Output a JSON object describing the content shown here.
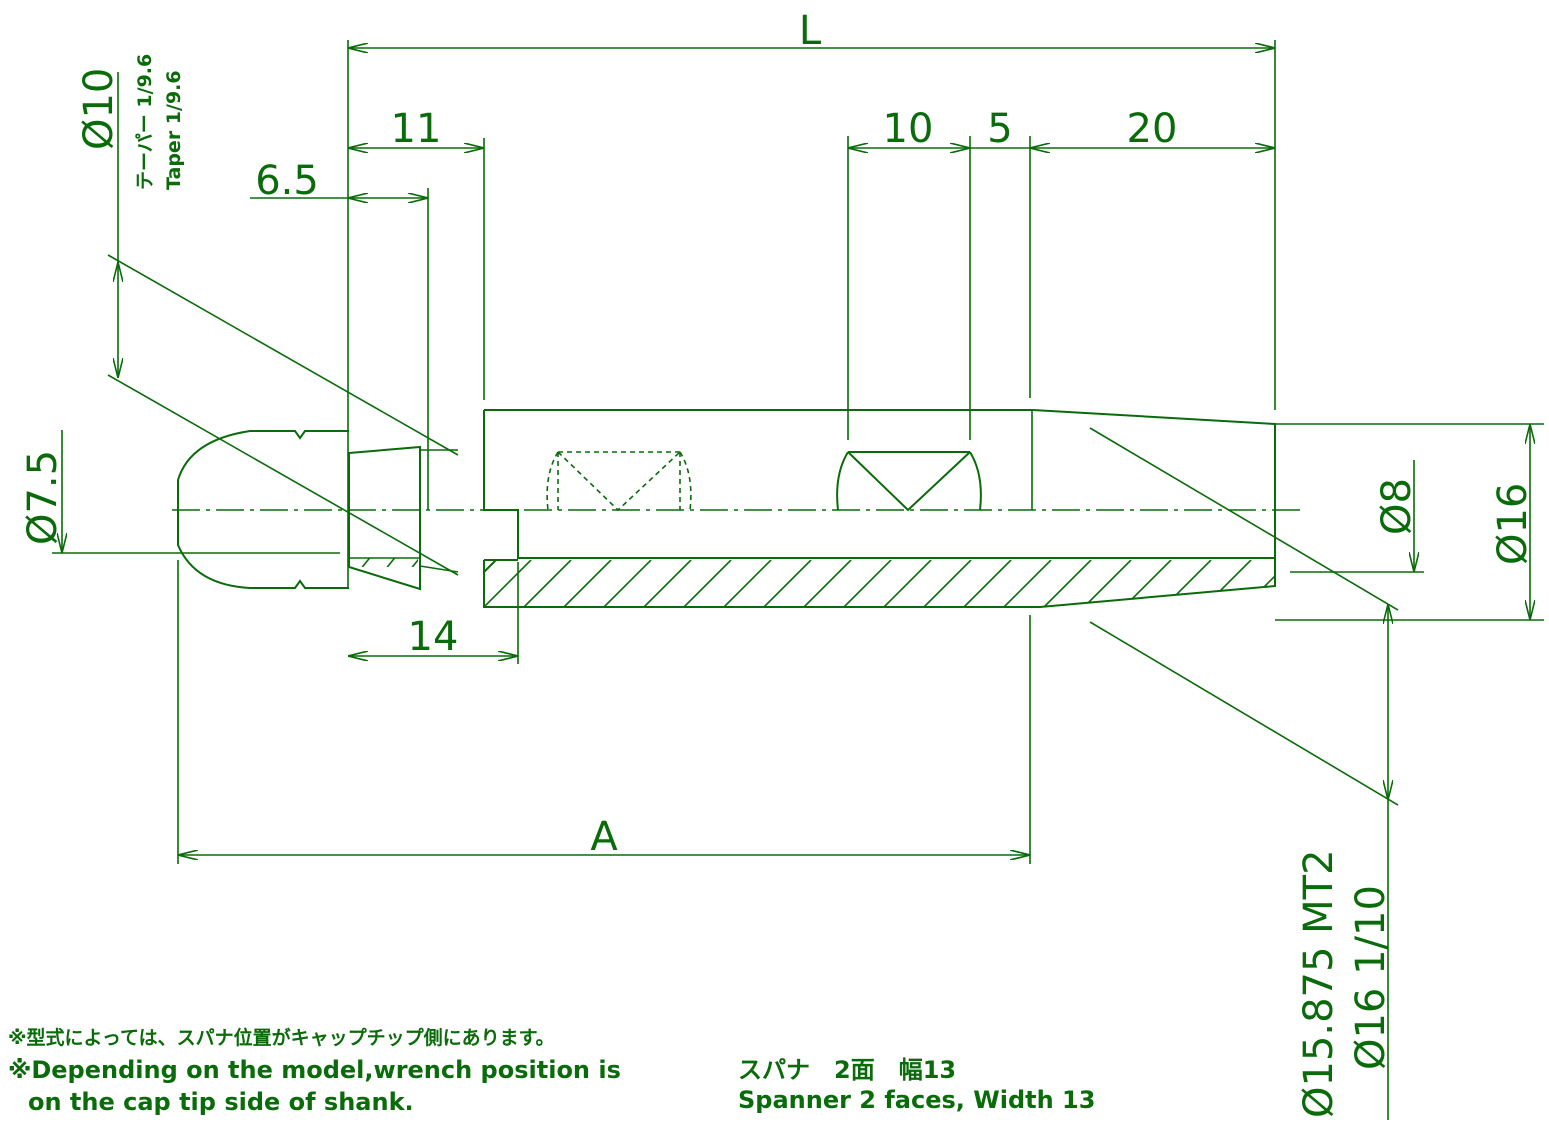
{
  "colors": {
    "line": "#0a6b0a",
    "background": "#ffffff"
  },
  "dimensions": {
    "L": "L",
    "d11": "11",
    "d6_5": "6.5",
    "d10": "10",
    "d5": "5",
    "d20": "20",
    "d14": "14",
    "A": "A",
    "phi10": "Ø10",
    "phi7_5": "Ø7.5",
    "phi8": "Ø8",
    "phi16": "Ø16",
    "phi15875": "Ø15.875 MT2",
    "phi16_taper": "Ø16 1/10"
  },
  "taper_note": {
    "jp": "テーパー 1/9.6",
    "en": "Taper 1/9.6"
  },
  "notes": {
    "line1": "※型式によっては、スパナ位置がキャップチップ側にあります。",
    "line2": "※Depending on the model,wrench position is",
    "line3": "on the cap tip side of shank."
  },
  "spanner": {
    "jp": "スパナ　2面　幅13",
    "en": "Spanner 2 faces, Width 13"
  }
}
